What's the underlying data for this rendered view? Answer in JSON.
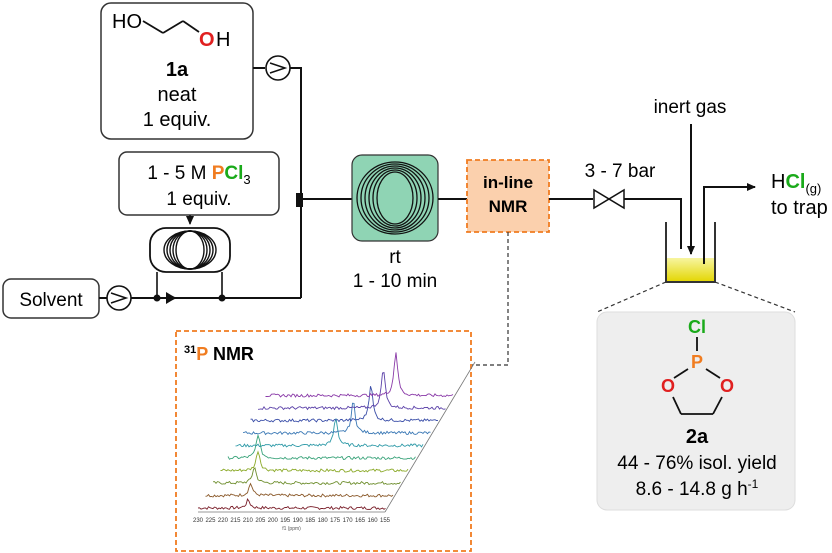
{
  "reagent_box": {
    "ho_left": "HO",
    "oh_o": "O",
    "oh_h": "H",
    "compound_id": "1a",
    "condition": "neat",
    "equiv": "1 equiv."
  },
  "pcl3_box": {
    "conc_prefix": "1 - 5 M ",
    "p": "P",
    "cl": "Cl",
    "sub3": "3",
    "equiv": "1 equiv."
  },
  "solvent_label": "Solvent",
  "reactor_labels": {
    "temp": "rt",
    "time": "1 - 10 min"
  },
  "nmr_box": {
    "line1": "in-line",
    "line2": "NMR"
  },
  "pressure_label": "3 - 7 bar",
  "gas_label": "inert gas",
  "hcl_label": {
    "h": "H",
    "cl": "Cl",
    "sub": "(g)",
    "trap": "to trap"
  },
  "product_box": {
    "cl": "Cl",
    "p": "P",
    "o_left": "O",
    "o_right": "O",
    "compound_id": "2a",
    "yield": "44 - 76% isol. yield",
    "rate_text": "8.6 - 14.8 g h",
    "rate_sup": "-1"
  },
  "spectrum": {
    "title_sup": "31",
    "title_p": "P",
    "title_rest": " NMR",
    "x_ticks": [
      "230",
      "225",
      "220",
      "215",
      "210",
      "205",
      "200",
      "195",
      "190",
      "185",
      "180",
      "175",
      "170",
      "165",
      "160",
      "155"
    ],
    "x_label": "f1 (ppm)",
    "trace_colors": [
      "#7a1f2a",
      "#8b5a2b",
      "#6f8f2f",
      "#8caa2a",
      "#3aa37a",
      "#2f9aa8",
      "#3a78b5",
      "#3a4ea8",
      "#5a40a8",
      "#8a3aa8"
    ],
    "peak_positions": [
      210,
      212,
      213.5,
      215,
      218,
      190,
      186,
      182,
      180,
      178
    ]
  },
  "colors": {
    "accent_orange": "#f07c20",
    "chlorine_green": "#1aaa1a",
    "oxygen_red": "#e02020",
    "reactor_green": "#8fd4b4"
  }
}
